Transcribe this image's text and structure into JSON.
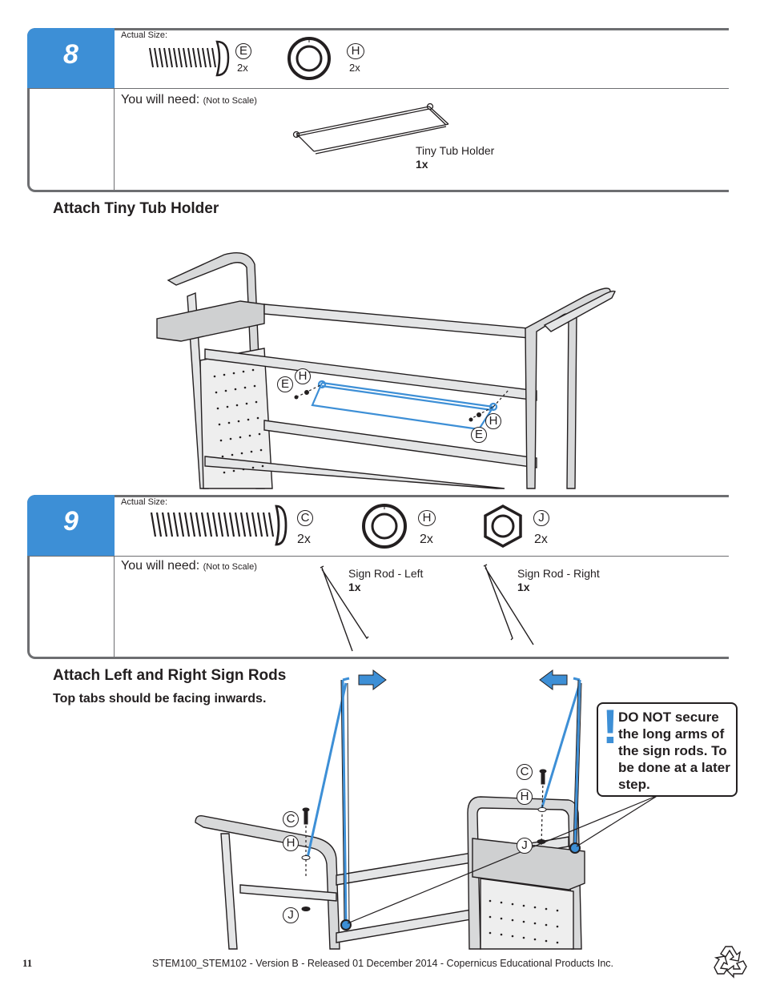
{
  "step8": {
    "number": "8",
    "actual_size_label": "Actual Size:",
    "hardware": [
      {
        "letter": "E",
        "qty": "2x",
        "icon": "short-bolt-icon"
      },
      {
        "letter": "H",
        "qty": "2x",
        "icon": "washer-icon"
      }
    ],
    "you_will_need": "You will need:",
    "not_to_scale": "(Not to Scale)",
    "parts": [
      {
        "name": "Tiny Tub Holder",
        "qty": "1x"
      }
    ],
    "title": "Attach Tiny Tub Holder",
    "callouts": [
      {
        "letter": "E"
      },
      {
        "letter": "H"
      },
      {
        "letter": "H"
      },
      {
        "letter": "E"
      }
    ]
  },
  "step9": {
    "number": "9",
    "actual_size_label": "Actual Size:",
    "hardware": [
      {
        "letter": "C",
        "qty": "2x",
        "icon": "long-bolt-icon"
      },
      {
        "letter": "H",
        "qty": "2x",
        "icon": "washer-icon"
      },
      {
        "letter": "J",
        "qty": "2x",
        "icon": "hex-nut-icon"
      }
    ],
    "you_will_need": "You will need:",
    "not_to_scale": "(Not to Scale)",
    "parts": [
      {
        "name": "Sign Rod - Left",
        "qty": "1x"
      },
      {
        "name": "Sign Rod - Right",
        "qty": "1x"
      }
    ],
    "title": "Attach Left and Right Sign Rods",
    "subtitle": "Top tabs should be facing inwards.",
    "warning": "DO NOT secure the long arms of the sign rods. To be done at a later step.",
    "callouts": [
      {
        "letter": "C"
      },
      {
        "letter": "H"
      },
      {
        "letter": "J"
      },
      {
        "letter": "C"
      },
      {
        "letter": "H"
      },
      {
        "letter": "J"
      }
    ]
  },
  "colors": {
    "accent_blue": "#3d8fd6",
    "frame_gray": "#6d6e71",
    "text_dark": "#231f20"
  },
  "footer": {
    "page_number": "11",
    "text": "STEM100_STEM102 - Version B - Released 01 December 2014 - Copernicus Educational Products Inc.",
    "icon": "recycle-icon"
  }
}
